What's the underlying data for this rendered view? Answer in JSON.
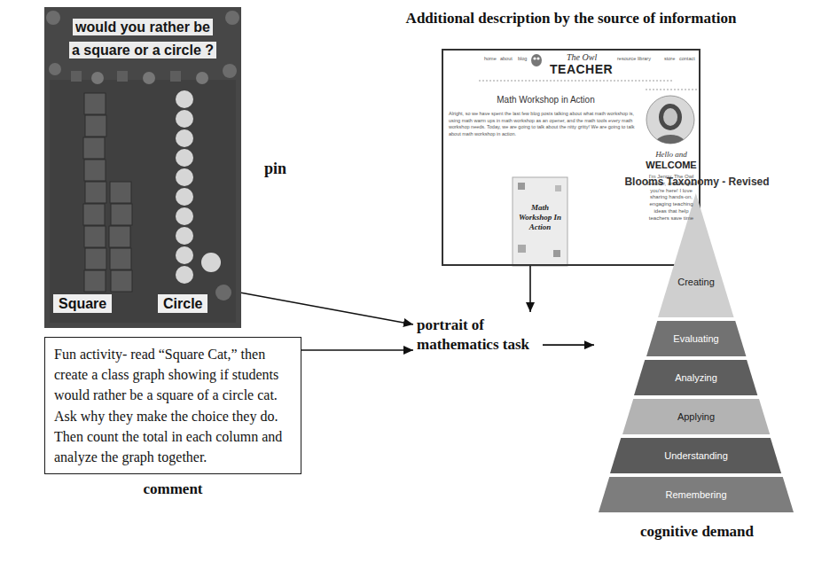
{
  "diagram": {
    "nodes": [
      {
        "text": [
          "would you rather be a square or a circle ?",
          "Square",
          "Circle",
          "pin"
        ]
      },
      {
        "text": [
          "Additional description by the source of information",
          "home",
          "about",
          "blog",
          "The Owl",
          "TEACHER",
          "resource library",
          "store",
          "contact",
          "Math Workshop in Action",
          "Alright, so we have spent the last few blog posts talking about what math workshop is, using math warm ups in math workshop as an opener, and the math tools every math workshop needs. Today, we are going to talk about the nitty gritty! We are going to talk about math workshop in action.",
          "Math Workshop In Action",
          "Hello and",
          "WELCOME",
          "I'm Jenny. The Owl Teacher, and I'm glad you're here! I love sharing hands-on, engaging teaching ideas that help teachers save time"
        ]
      },
      {
        "text": [
          "Fun activity- read “Square Cat,” then create a class graph showing if students would rather be a square of a circle cat. Ask why they make the choice they do. Then count the total in each column and analyze the graph together.",
          "comment"
        ]
      },
      {
        "text": [
          "portrait of mathematics task"
        ]
      },
      {
        "text": [
          "Blooms Taxonomy - Revised",
          "cognitive demand"
        ]
      },
      {
        "text": [
          "Creating"
        ],
        "in": 4
      },
      {
        "text": [
          "Evaluating"
        ],
        "in": 4
      },
      {
        "text": [
          "Analyzing"
        ],
        "in": 4
      },
      {
        "text": [
          "Applying"
        ],
        "in": 4
      },
      {
        "text": [
          "Understanding"
        ],
        "in": 4
      },
      {
        "text": [
          "Remembering"
        ],
        "in": 4
      }
    ],
    "edges": [
      {
        "from": 0,
        "to": 3,
        "arrow": "to"
      },
      {
        "from": 1,
        "to": 3,
        "arrow": "to"
      },
      {
        "from": 2,
        "to": 3,
        "arrow": "to"
      },
      {
        "from": 3,
        "to": 4,
        "arrow": "to"
      }
    ]
  }
}
